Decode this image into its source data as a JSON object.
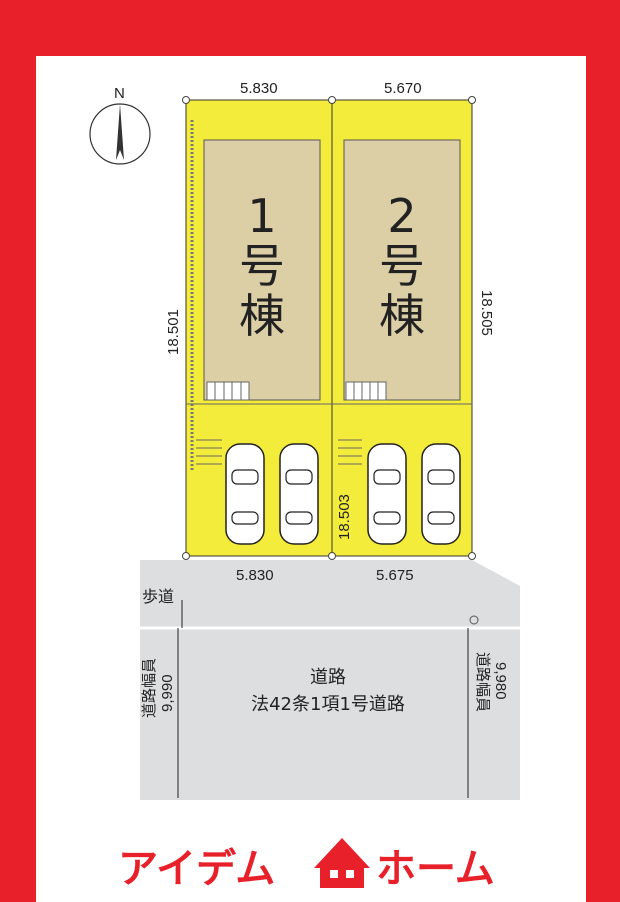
{
  "compass": {
    "label": "N"
  },
  "lots": [
    {
      "top_width": "5.830",
      "bottom_width": "5.830",
      "left_depth": "18.501",
      "building_line1": "1",
      "building_line2": "号",
      "building_line3": "棟",
      "fill": "#f4ec3a",
      "building_fill": "#dccfa6"
    },
    {
      "top_width": "5.670",
      "bottom_width": "5.675",
      "right_depth": "18.505",
      "building_line1": "2",
      "building_line2": "号",
      "building_line3": "棟",
      "fill": "#f4ec3a",
      "building_fill": "#dccfa6"
    }
  ],
  "center_depth": "18.503",
  "sidewalk": {
    "label": "歩道"
  },
  "road": {
    "title": "道路",
    "subtitle": "法42条1項1号道路",
    "left_width_label": "道路幅員",
    "left_width_value": "9,990",
    "right_width_label": "道路幅員",
    "right_width_value": "9,980",
    "color": "#dcdedf"
  },
  "brand": {
    "left": "アイデム",
    "right": "ホーム",
    "color": "#e8202a"
  },
  "frame_color": "#e8202a"
}
